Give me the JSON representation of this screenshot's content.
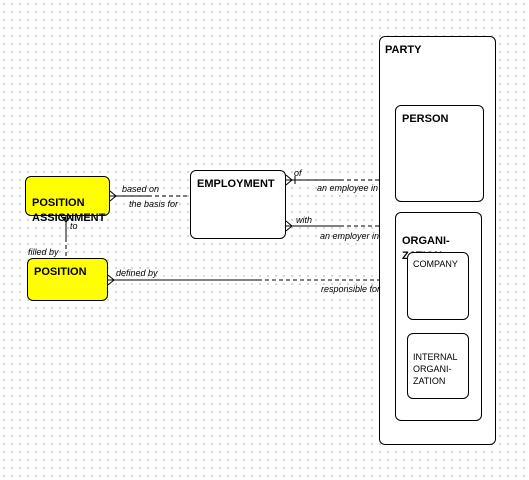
{
  "entities": {
    "party": "PARTY",
    "person": "PERSON",
    "organization": "ORGANI-\nZATION",
    "company": "COMPANY",
    "internal_organization": "INTERNAL\nORGANI-\nZATION",
    "employment": "EMPLOYMENT",
    "position_assignment": "POSITION\nASSIGNMENT",
    "position": "POSITION"
  },
  "relationship_labels": {
    "based_on": "based on",
    "the_basis_for": "the basis for",
    "of": "of",
    "an_employee_in": "an employee in",
    "with": "with",
    "an_employer_in": "an employer in",
    "to": "to",
    "filled_by": "filled by",
    "defined_by": "defined by",
    "responsible_for": "responsible for"
  },
  "colors": {
    "highlight": "#ffff00",
    "line": "#000000"
  }
}
